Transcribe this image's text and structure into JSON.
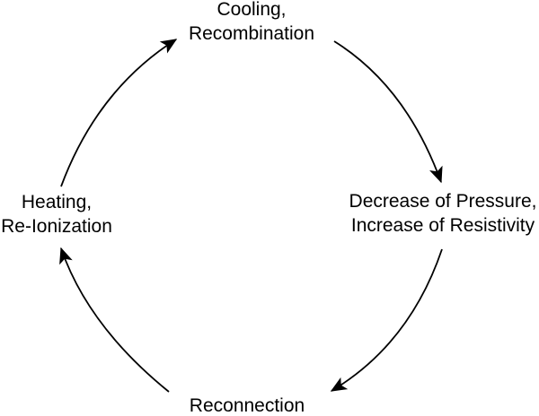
{
  "diagram": {
    "type": "cycle",
    "direction": "clockwise",
    "colors": {
      "background": "#ffffff",
      "stroke": "#000000",
      "text": "#000000"
    },
    "nodes": {
      "top": {
        "line1": "Cooling,",
        "line2": "Recombination"
      },
      "right": {
        "line1": "Decrease of Pressure,",
        "line2": "Increase of Resistivity"
      },
      "bottom": {
        "line1": "Reconnection"
      },
      "left": {
        "line1": "Heating,",
        "line2": "Re-Ionization"
      }
    },
    "edges": [
      {
        "from": "left",
        "to": "top"
      },
      {
        "from": "top",
        "to": "right"
      },
      {
        "from": "right",
        "to": "bottom"
      },
      {
        "from": "bottom",
        "to": "left"
      }
    ]
  }
}
